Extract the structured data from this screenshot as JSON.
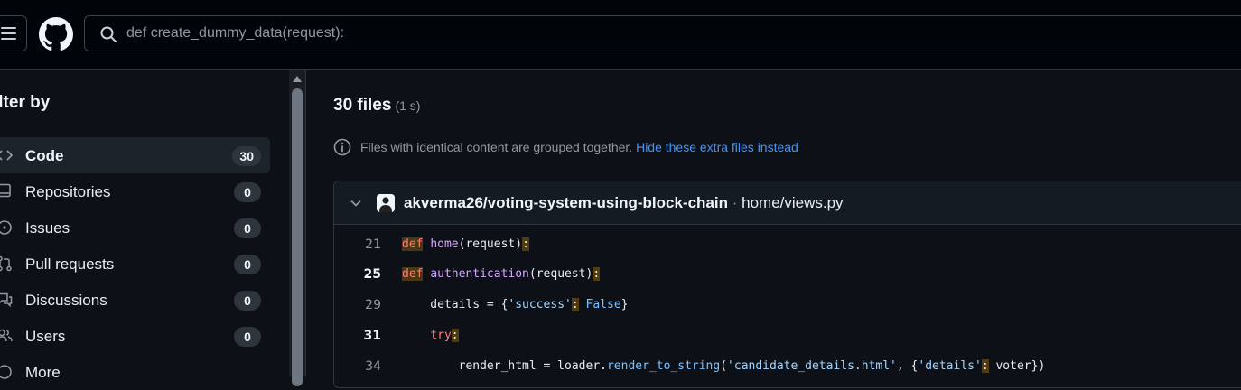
{
  "header": {
    "search_query": "def create_dummy_data(request):"
  },
  "sidebar": {
    "title": "ilter by",
    "items": [
      {
        "label": "Code",
        "count": "30",
        "icon": "code-icon",
        "active": true
      },
      {
        "label": "Repositories",
        "count": "0",
        "icon": "repo-icon"
      },
      {
        "label": "Issues",
        "count": "0",
        "icon": "issue-icon"
      },
      {
        "label": "Pull requests",
        "count": "0",
        "icon": "pull-request-icon"
      },
      {
        "label": "Discussions",
        "count": "0",
        "icon": "discussion-icon"
      },
      {
        "label": "Users",
        "count": "0",
        "icon": "people-icon"
      },
      {
        "label": "More",
        "icon": "more-icon"
      }
    ]
  },
  "results": {
    "count": "30 files",
    "time": "(1 s)",
    "info_text": "Files with identical content are grouped together. ",
    "info_link": "Hide these extra files instead"
  },
  "card": {
    "repo": "akverma26/voting-system-using-block-chain",
    "separator": " · ",
    "path": "home/views.py"
  },
  "code": {
    "lines": [
      {
        "num": "21",
        "hit": false
      },
      {
        "num": "25",
        "hit": true
      },
      {
        "num": "29",
        "hit": false
      },
      {
        "num": "31",
        "hit": true
      },
      {
        "num": "34",
        "hit": false
      }
    ],
    "t": {
      "def": "def",
      "home": "home",
      "request": "(request)",
      "colon": ":",
      "authentication": "authentication",
      "details_assign": "    details = {",
      "success": "'success'",
      "false_val": " False",
      "close_brace": "}",
      "try_indent": "    ",
      "try": "try",
      "render_prefix": "        render_html = loader.",
      "render_fn": "render_to_string",
      "open_paren": "(",
      "tmpl": "'candidate_details.html'",
      "comma_brace": ", {",
      "details_key": "'details'",
      "voter_end": " voter})"
    }
  },
  "colors": {
    "background": "#0d1117",
    "header_bg": "#010409",
    "link": "#4493f8",
    "keyword": "#ff7b72",
    "function": "#d2a8ff",
    "string": "#a5d6ff",
    "constant": "#79c0ff",
    "match_highlight": "#bb8009"
  }
}
